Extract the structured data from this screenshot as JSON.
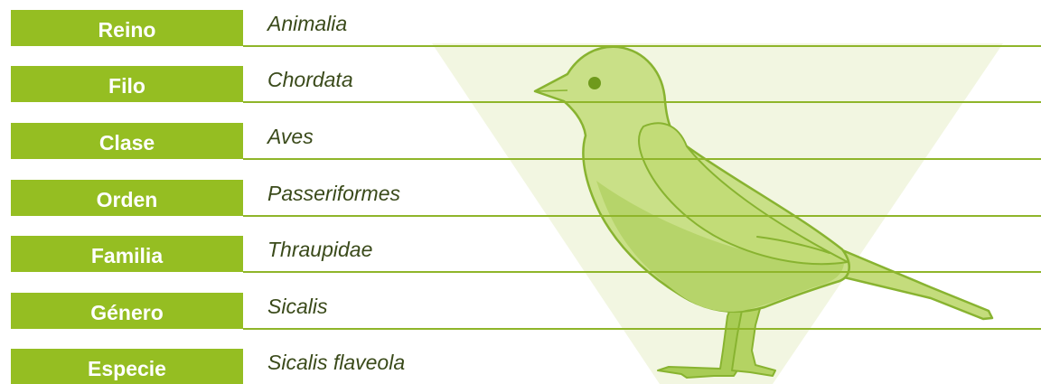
{
  "taxonomy": {
    "ranks": [
      {
        "label": "Reino",
        "value": "Animalia"
      },
      {
        "label": "Filo",
        "value": "Chordata"
      },
      {
        "label": "Clase",
        "value": "Aves"
      },
      {
        "label": "Orden",
        "value": "Passeriformes"
      },
      {
        "label": "Familia",
        "value": "Thraupidae"
      },
      {
        "label": "Género",
        "value": "Sicalis"
      },
      {
        "label": "Especie",
        "value": "Sicalis flaveola"
      }
    ]
  },
  "colors": {
    "label_fill": "#95be22",
    "label_text": "#ffffff",
    "value_text": "#3a4a1a",
    "rule_line": "#8fb52a",
    "funnel": "#f2f6e1",
    "bird_fill": "#c9e087",
    "bird_shade": "#b6d46a",
    "bird_outline": "#88b330",
    "bird_eye": "#6f9a1c",
    "bird_legs": "#a8cc55"
  },
  "illustration": {
    "bird_icon": "bird-silhouette-icon"
  }
}
